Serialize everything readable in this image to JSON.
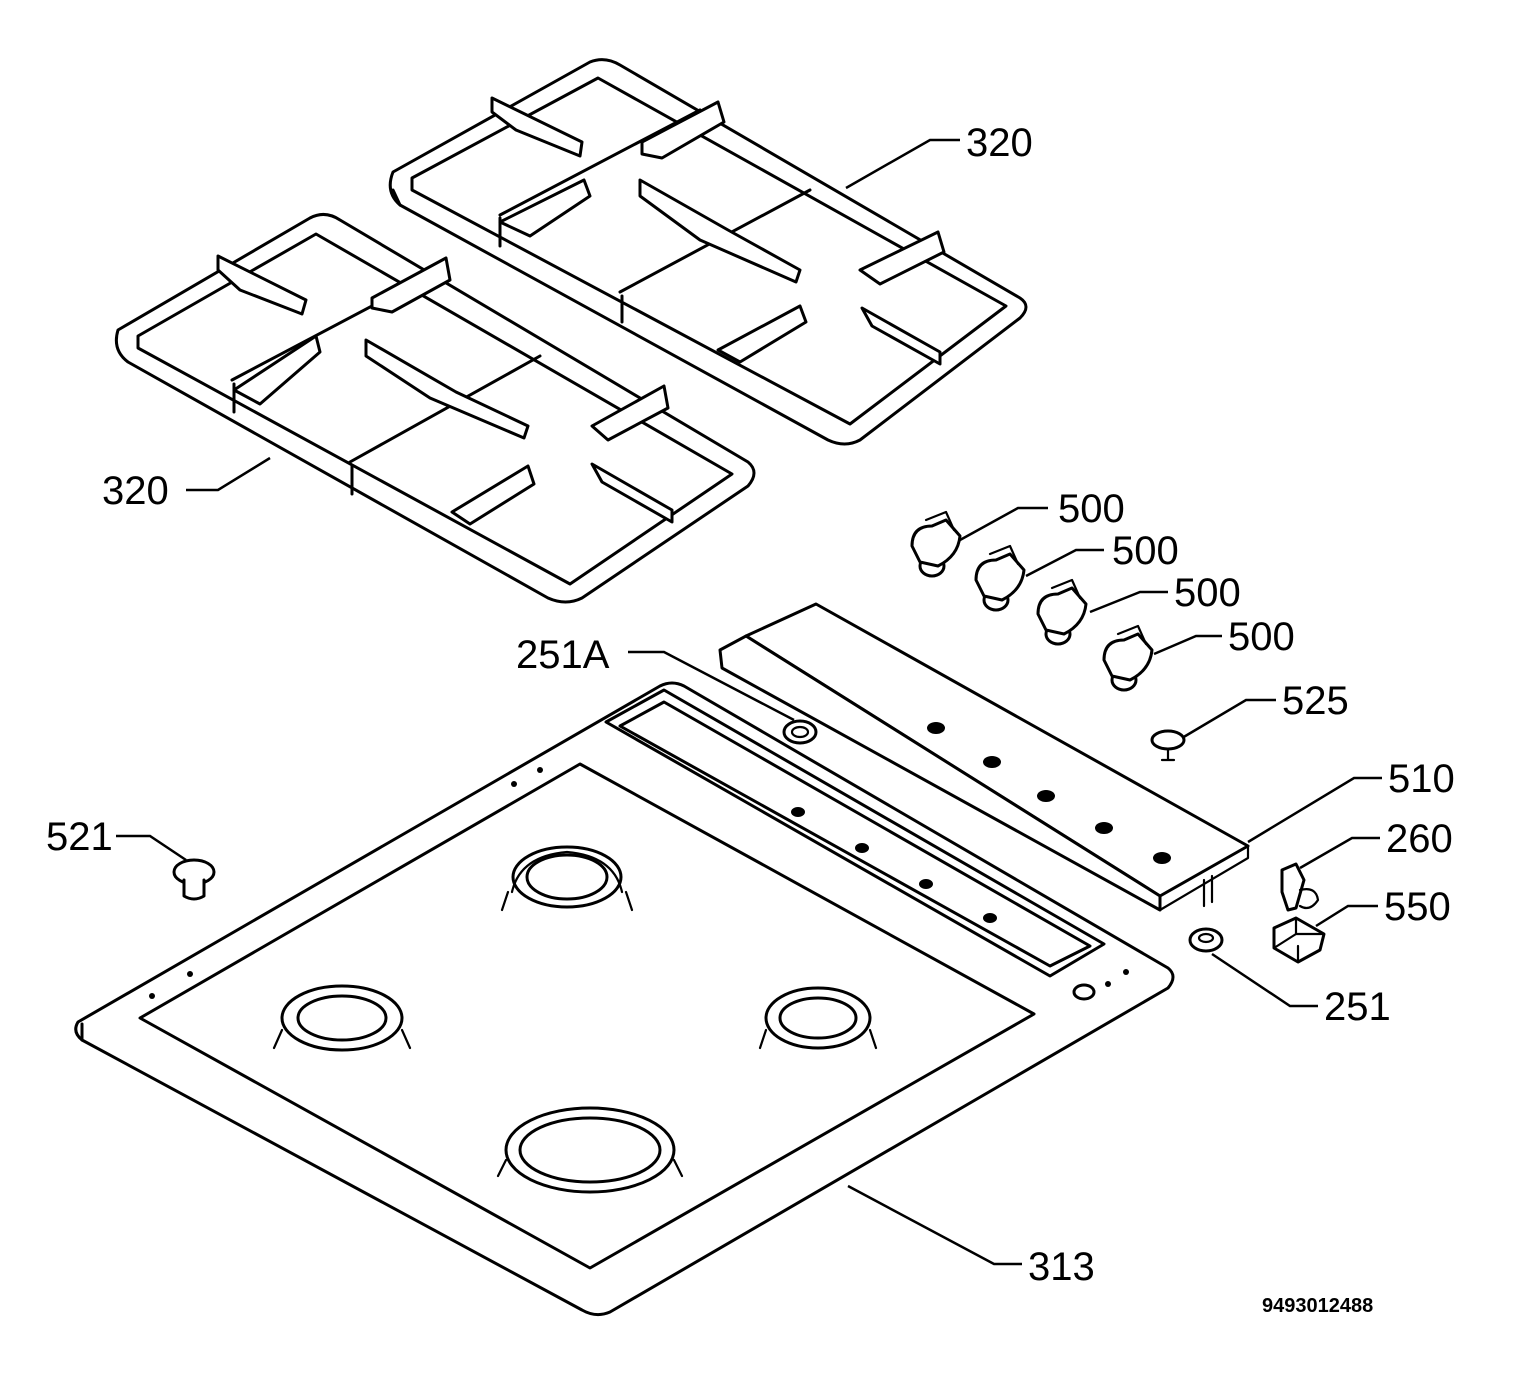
{
  "callouts": {
    "grate_back": "320",
    "grate_front": "320",
    "knob_1": "500",
    "knob_2": "500",
    "knob_3": "500",
    "knob_4": "500",
    "plug_251a": "251A",
    "cap_525": "525",
    "control_panel": "510",
    "part_260": "260",
    "switch_550": "550",
    "plug_251": "251",
    "hob_top": "313",
    "foot_521": "521"
  },
  "drawing_code": "9493012488"
}
